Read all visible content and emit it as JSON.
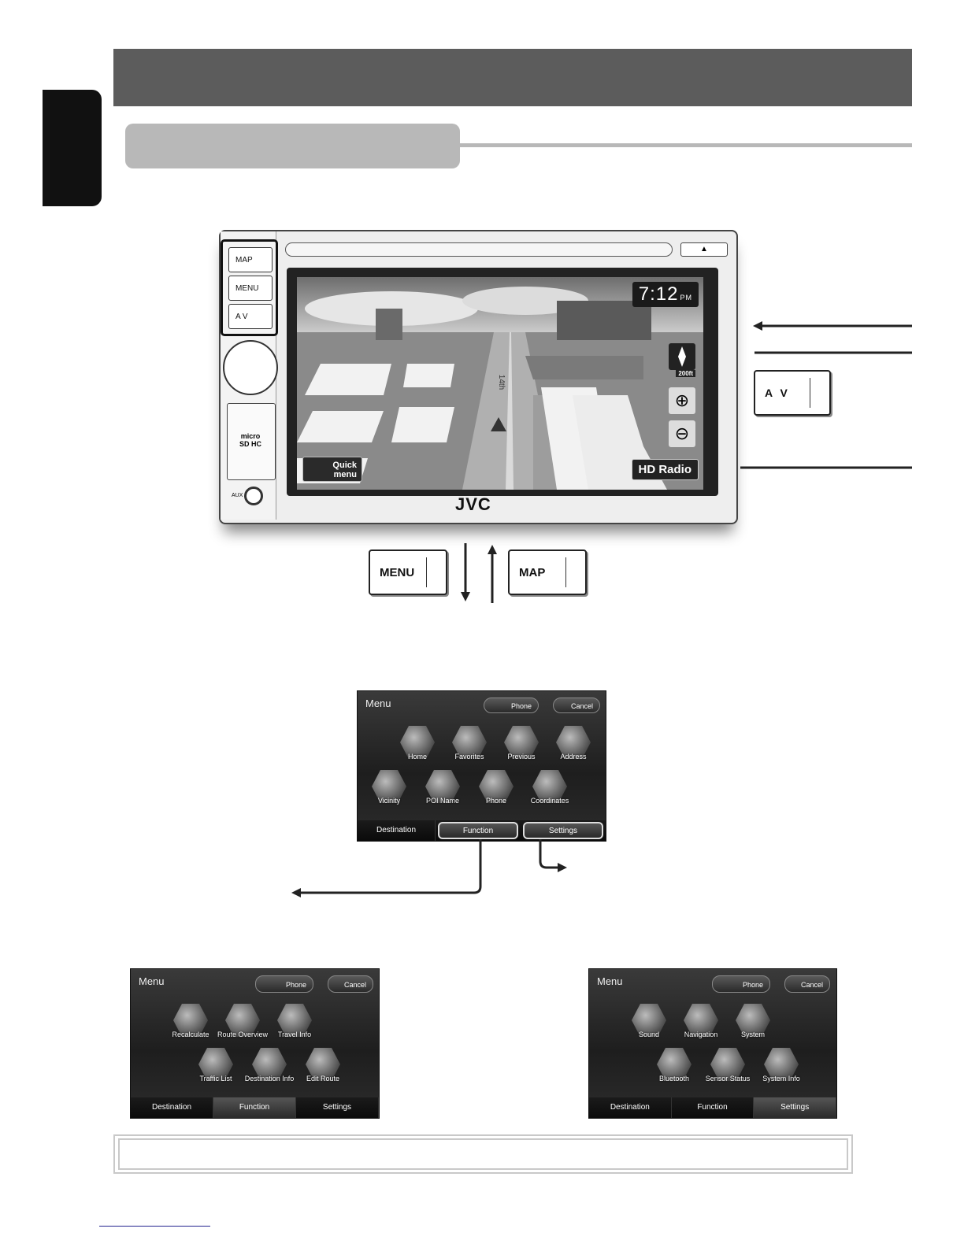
{
  "head_unit": {
    "buttons": [
      "MAP",
      "MENU",
      "A V"
    ],
    "eject_symbol": "▲",
    "microsd_label": "micro SD HC",
    "aux_label": "AUX",
    "brand": "JVC",
    "clock_time": "7:12",
    "clock_ampm": "PM",
    "street_label": "14th",
    "scale_label": "200ft",
    "quick_menu_line1": "Quick",
    "quick_menu_line2": "menu",
    "hd_radio": "HD Radio"
  },
  "callouts": {
    "av_button": "A V",
    "menu_button": "MENU",
    "map_button": "MAP"
  },
  "destination_menu": {
    "title": "Menu",
    "phone": "Phone",
    "cancel": "Cancel",
    "icons": [
      "Home",
      "Favorites",
      "Previous",
      "Address",
      "Vicinity",
      "POI Name",
      "Phone",
      "Coordinates"
    ],
    "tabs": [
      "Destination",
      "Function",
      "Settings"
    ]
  },
  "function_menu": {
    "title": "Menu",
    "phone": "Phone",
    "cancel": "Cancel",
    "icons": [
      "Recalculate",
      "Route Overview",
      "Travel Info",
      "Traffic List",
      "Destination Info",
      "Edit Route"
    ],
    "tabs": [
      "Destination",
      "Function",
      "Settings"
    ]
  },
  "settings_menu": {
    "title": "Menu",
    "phone": "Phone",
    "cancel": "Cancel",
    "icons": [
      "Sound",
      "Navigation",
      "System",
      "Bluetooth",
      "Sensor Status",
      "System Info"
    ],
    "tabs": [
      "Destination",
      "Function",
      "Settings"
    ]
  },
  "colors": {
    "header_band": "#5c5c5c",
    "side_tab": "#111111",
    "subheader_pill": "#b8b8b8",
    "note_border": "#c9c9c9",
    "footer_link_line": "#23238e"
  }
}
